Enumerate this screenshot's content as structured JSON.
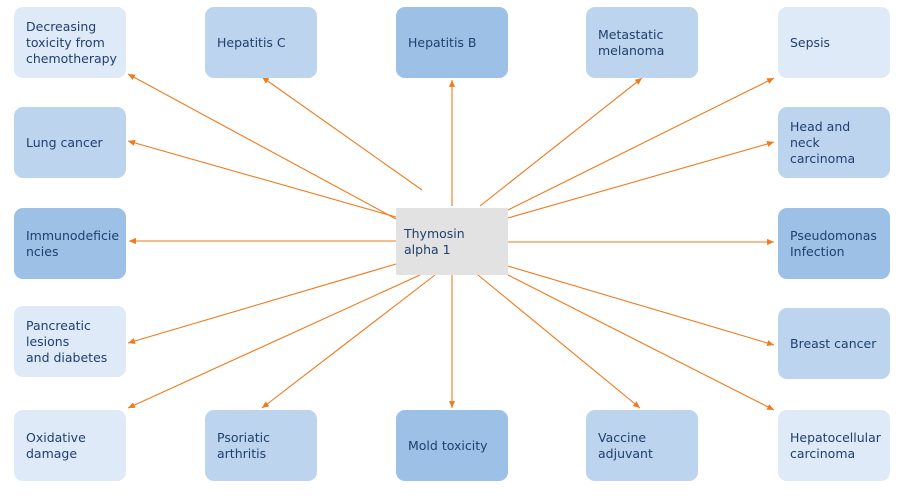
{
  "colors": {
    "arrow": "#f07a1e",
    "node_light": "#deeaf7",
    "node_mid": "#bdd4ee",
    "node_dark": "#9dc0e6",
    "center_fill": "#e2e2e2",
    "text": "#1f3f6e"
  },
  "center": {
    "label": "Thymosin alpha 1"
  },
  "nodes": [
    {
      "label": "Decreasing toxicity from chemotherapy",
      "text": "Decreasing\ntoxicity from\nchemotherapy"
    },
    {
      "label": "Hepatitis C",
      "text": "Hepatitis C"
    },
    {
      "label": "Hepatitis B",
      "text": "Hepatitis B"
    },
    {
      "label": "Metastatic melanoma",
      "text": "Metastatic\nmelanoma"
    },
    {
      "label": "Sepsis",
      "text": "Sepsis"
    },
    {
      "label": "Lung cancer",
      "text": "Lung cancer"
    },
    {
      "label": "Head and neck carcinoma",
      "text": "Head and neck\ncarcinoma"
    },
    {
      "label": "Immunodeficiencies",
      "text": "Immunodeficie\nncies"
    },
    {
      "label": "Pseudomonas Infection",
      "text": "Pseudomonas\nInfection"
    },
    {
      "label": "Pancreatic lesions and diabetes",
      "text": "Pancreatic\nlesions\nand diabetes"
    },
    {
      "label": "Breast cancer",
      "text": "Breast cancer"
    },
    {
      "label": "Oxidative damage",
      "text": "Oxidative\ndamage"
    },
    {
      "label": "Psoriatic arthritis",
      "text": "Psoriatic\narthritis"
    },
    {
      "label": "Mold toxicity",
      "text": "Mold toxicity"
    },
    {
      "label": "Vaccine adjuvant",
      "text": "Vaccine\nadjuvant"
    },
    {
      "label": "Hepatocellular carcinoma",
      "text": "Hepatocellular\ncarcinoma"
    }
  ]
}
